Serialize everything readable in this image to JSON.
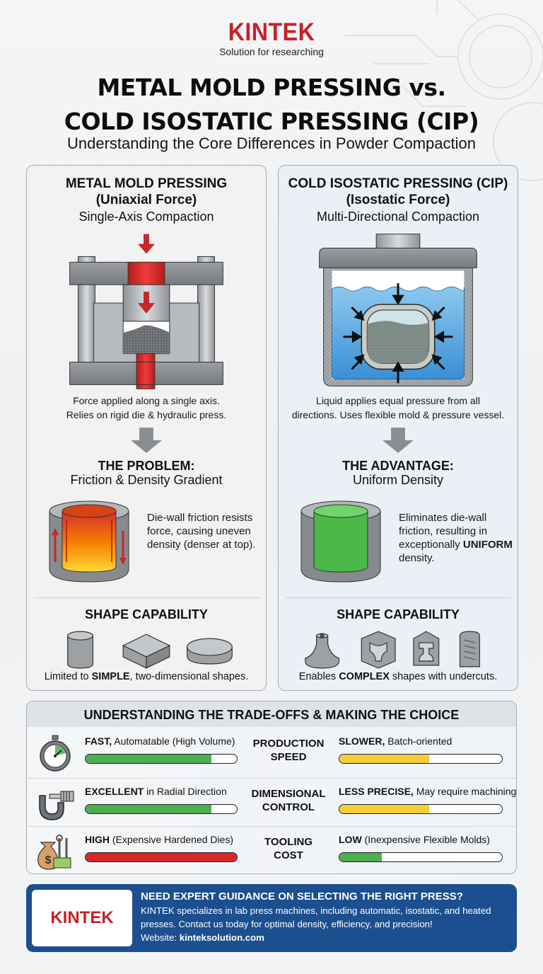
{
  "brand": {
    "logo": "KINTEK",
    "tagline": "Solution for researching",
    "color": "#c8202a"
  },
  "header": {
    "title_line1": "METAL MOLD PRESSING vs.",
    "title_line2": "COLD ISOSTATIC PRESSING (CIP)",
    "subtitle": "Understanding the Core Differences in Powder Compaction"
  },
  "left_panel": {
    "title_line1": "METAL MOLD PRESSING",
    "title_line2": "(Uniaxial Force)",
    "subtitle": "Single-Axis Compaction",
    "illustration": "uniaxial-press-icon",
    "desc_line1": "Force applied along a single axis.",
    "desc_line2": "Relies on rigid die & hydraulic press.",
    "section_title": "THE PROBLEM:",
    "section_sub": "Friction & Density Gradient",
    "cyl_text": "Die-wall friction resists force, causing uneven density (denser at top).",
    "shape_title": "SHAPE CAPABILITY",
    "shape_caption_pre": "Limited to ",
    "shape_caption_bold": "SIMPLE",
    "shape_caption_post": ", two-dimensional shapes.",
    "shapes": [
      "cylinder",
      "cube",
      "disc"
    ]
  },
  "right_panel": {
    "title_line1": "COLD ISOSTATIC PRESSING (CIP)",
    "title_line2": "(Isostatic Force)",
    "subtitle": "Multi-Directional Compaction",
    "illustration": "pressure-vessel-icon",
    "desc_line1": "Liquid applies equal pressure from all",
    "desc_line2": "directions. Uses flexible mold & pressure vessel.",
    "section_title": "THE ADVANTAGE:",
    "section_sub": "Uniform Density",
    "cyl_text_pre": "Eliminates die-wall friction, resulting in exceptionally ",
    "cyl_text_bold": "UNIFORM",
    "cyl_text_post": " density.",
    "shape_title": "SHAPE CAPABILITY",
    "shape_caption_pre": "Enables ",
    "shape_caption_bold": "COMPLEX",
    "shape_caption_post": " shapes with undercuts.",
    "shapes": [
      "flanged-nozzle",
      "cutaway-cube",
      "cutaway-spool",
      "threaded-cutaway"
    ]
  },
  "tradeoffs": {
    "title": "UNDERSTANDING THE TRADE-OFFS & MAKING THE CHOICE",
    "rows": [
      {
        "icon": "stopwatch-icon",
        "center_line1": "PRODUCTION",
        "center_line2": "SPEED",
        "left_bold": "FAST,",
        "left_rest": " Automatable (High Volume)",
        "left_pct": 83,
        "left_color": "#4caf50",
        "right_bold": "SLOWER,",
        "right_rest": " Batch-oriented",
        "right_pct": 55,
        "right_color": "#f6cd3a"
      },
      {
        "icon": "micrometer-icon",
        "center_line1": "DIMENSIONAL",
        "center_line2": "CONTROL",
        "left_bold": "EXCELLENT",
        "left_rest": " in Radial Direction",
        "left_pct": 83,
        "left_color": "#4caf50",
        "right_bold": "LESS PRECISE,",
        "right_rest": " May require machining",
        "right_pct": 55,
        "right_color": "#f6cd3a"
      },
      {
        "icon": "money-bag-tools-icon",
        "center_line1": "TOOLING",
        "center_line2": "COST",
        "left_bold": "HIGH",
        "left_rest": " (Expensive Hardened Dies)",
        "left_pct": 100,
        "left_color": "#d62828",
        "right_bold": "LOW",
        "right_rest": " (Inexpensive Flexible Molds)",
        "right_pct": 26,
        "right_color": "#4caf50"
      }
    ]
  },
  "cta": {
    "logo": "KINTEK",
    "title": "NEED EXPERT GUIDANCE ON SELECTING THE RIGHT PRESS?",
    "body": "KINTEK specializes in lab press machines, including automatic, isostatic, and heated presses. Contact us today for optimal density, efficiency, and precision!",
    "website_label": "Website: ",
    "website": "kinteksolution.com",
    "bg_color": "#1c4f8f"
  }
}
